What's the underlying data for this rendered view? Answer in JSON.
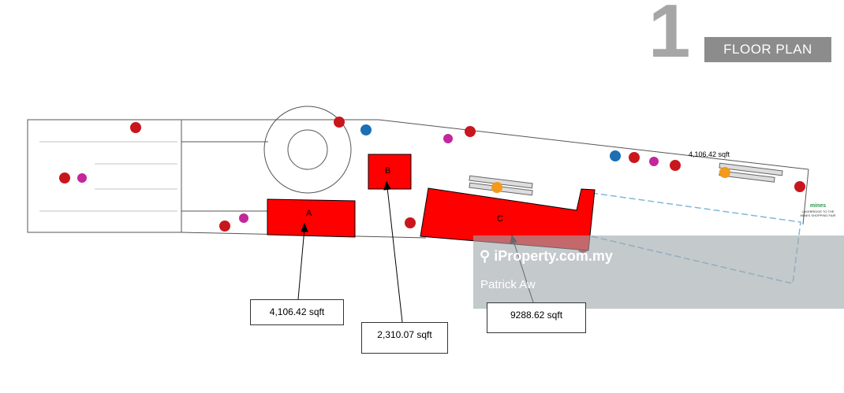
{
  "header": {
    "floor_number": "1",
    "title": "FLOOR PLAN"
  },
  "units": [
    {
      "label": "A",
      "area": "4,106.42 sqft"
    },
    {
      "label": "B",
      "area": "2,310.07 sqft"
    },
    {
      "label": "C",
      "area": "9288.62 sqft"
    }
  ],
  "extra_area_note": "4,106.42 sqft",
  "mines_logo": {
    "name": "mines",
    "caption": "LAKEBRIDGE TO THE MINES SHOPPING FAIR"
  },
  "watermark": {
    "brand": "iProperty.com.my",
    "agent": "Patrick Aw"
  },
  "colors": {
    "unit_fill": "#ff0000",
    "header_gray": "#8c8c8c",
    "number_gray": "#a6a6a6"
  }
}
